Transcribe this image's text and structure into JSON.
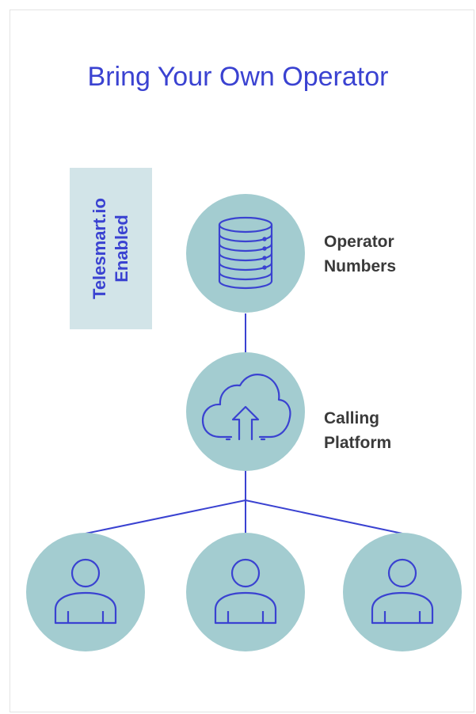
{
  "title": "Bring Your Own Operator",
  "badge": {
    "line1": "Telesmart.io",
    "line2": "Enabled"
  },
  "nodes": {
    "operator_numbers": {
      "line1": "Operator",
      "line2": "Numbers",
      "icon": "database-icon"
    },
    "calling_platform": {
      "line1": "Calling",
      "line2": "Platform",
      "icon": "cloud-upload-icon"
    },
    "users": [
      {
        "icon": "user-icon"
      },
      {
        "icon": "user-icon"
      },
      {
        "icon": "user-icon"
      }
    ]
  },
  "colors": {
    "accent": "#3a42d1",
    "node_fill": "#a3ccd0",
    "badge_fill": "#d2e4e8",
    "label_text": "#3a3a3a"
  }
}
